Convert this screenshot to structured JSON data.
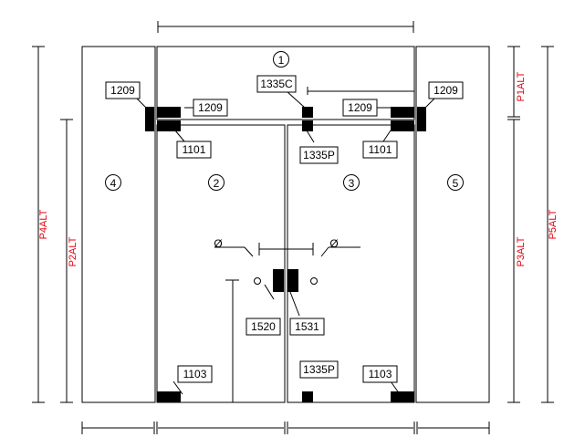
{
  "panels": {
    "p1": "1",
    "p2": "2",
    "p3": "3",
    "p4": "4",
    "p5": "5"
  },
  "parts": {
    "top_left_outer": "1209",
    "top_left_inner": "1209",
    "top_left_below": "1101",
    "top_center": "1335C",
    "top_right_inner": "1209",
    "top_right_outer": "1209",
    "top_right_below": "1101",
    "lock_left": "1520",
    "lock_right": "1531",
    "bottom_left": "1103",
    "bottom_center": "1335P",
    "bottom_right": "1103",
    "mid_center": "1335P"
  },
  "dimensions": {
    "left_outer": "P4ALT",
    "left_inner": "P2ALT",
    "right_upper": "P1ALT",
    "right_lower": "P3ALT",
    "right_outer": "P5ALT"
  },
  "symbols": {
    "diameter_left": "Ø",
    "diameter_right": "Ø"
  },
  "colors": {
    "line": "#000000",
    "dimension_text": "#e8000b"
  }
}
